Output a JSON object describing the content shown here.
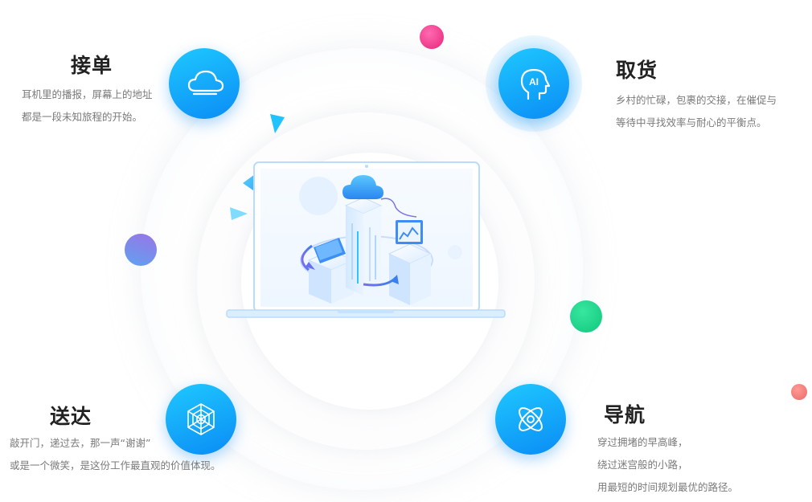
{
  "sections": {
    "order": {
      "title": "接单",
      "lines": [
        "耳机里的播报，屏幕上的地址",
        "都是一段未知旅程的开始。"
      ],
      "icon": "cloud-icon"
    },
    "pickup": {
      "title": "取货",
      "lines": [
        "乡村的忙碌，包裹的交接，在催促与",
        "等待中寻找效率与耐心的平衡点。"
      ],
      "icon": "ai-head-icon",
      "icon_text": "AI"
    },
    "delivery": {
      "title": "送达",
      "lines": [
        "敲开门，递过去，那一声“谢谢”",
        "或是一个微笑，是这份工作最直观的价值体现。"
      ],
      "icon": "spiderweb-icon"
    },
    "navigation": {
      "title": "导航",
      "lines": [
        "穿过拥堵的早高峰，",
        "绕过迷宫般的小路，",
        "用最短的时间规划最优的路径。"
      ],
      "icon": "atom-icon"
    }
  },
  "colors": {
    "badge_start": "#1fc8ff",
    "badge_end": "#0a8cf5",
    "dot_pink": "#f0368f",
    "dot_purple": "#8a7be6",
    "dot_green": "#18d68a",
    "dot_coral": "#f17d7d"
  },
  "illustration": "laptop-cloud-servers-illustration"
}
